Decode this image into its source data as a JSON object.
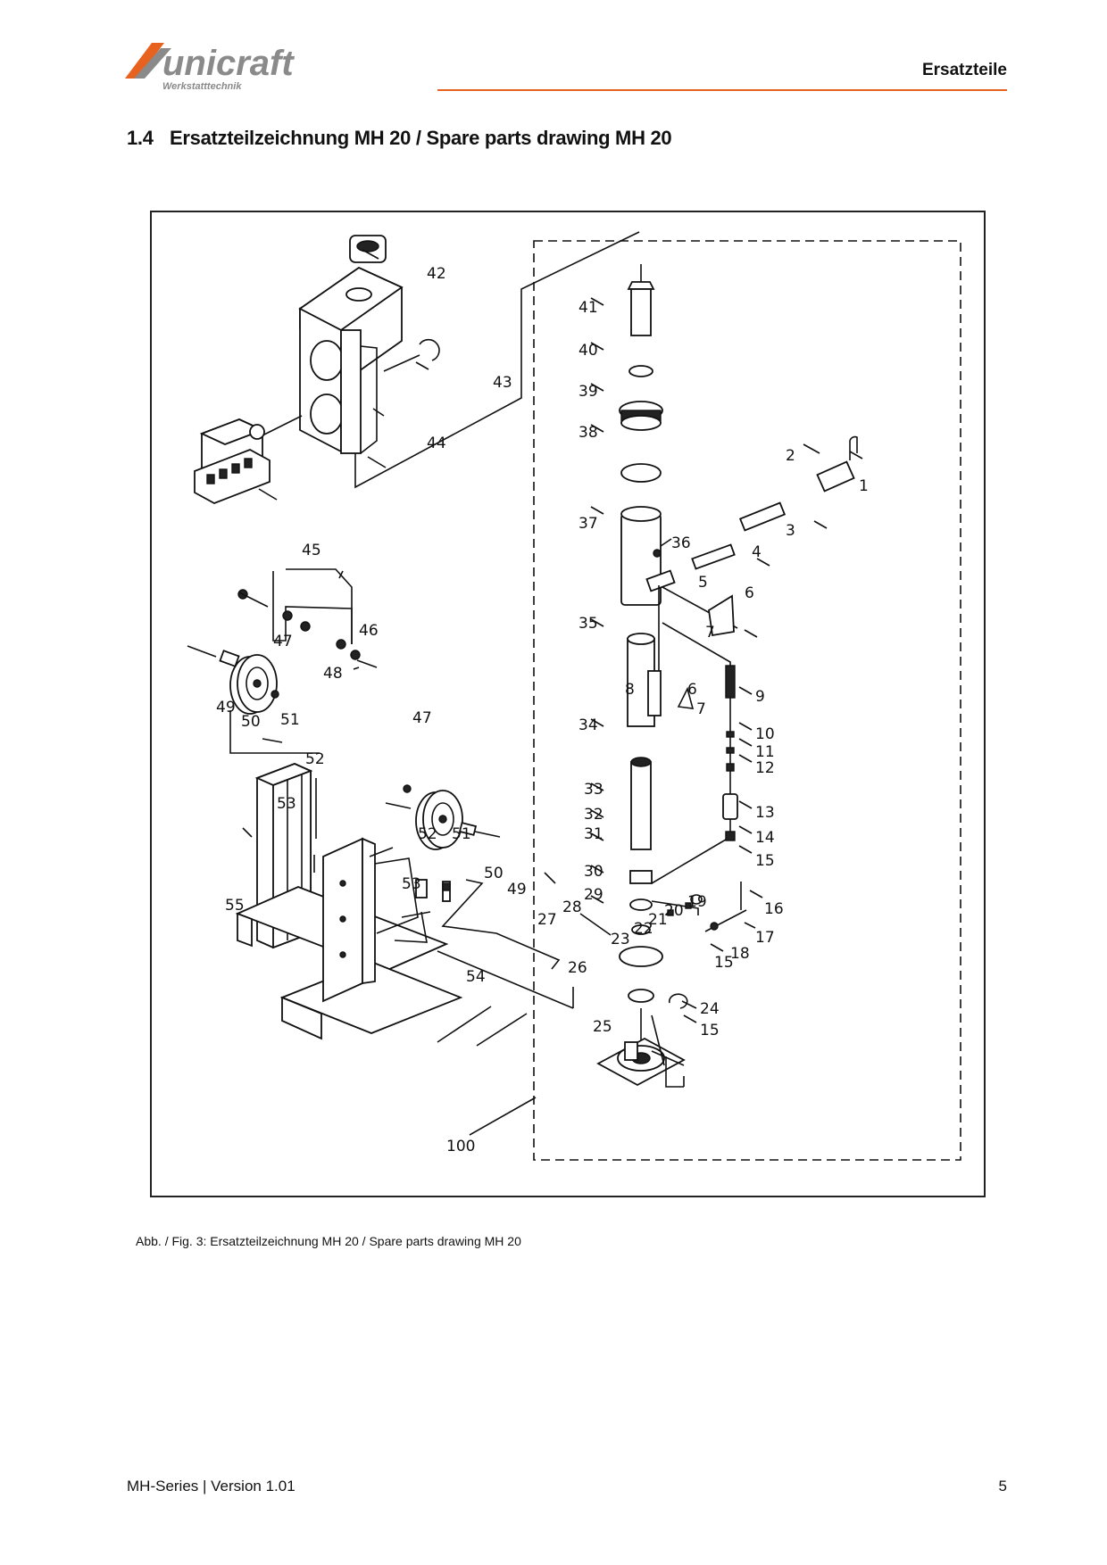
{
  "header": {
    "brand": "unicraft",
    "brand_sub": "Werkstatttechnik",
    "section": "Ersatzteile",
    "colors": {
      "accent": "#e8621f",
      "logo_grey": "#8a8a8a"
    }
  },
  "title": {
    "number": "1.4",
    "text": "Ersatzteilzeichnung MH 20 / Spare parts drawing MH 20"
  },
  "drawing": {
    "icon": "exploded-parts-diagram",
    "callouts": [
      "1",
      "2",
      "3",
      "4",
      "5",
      "6",
      "7",
      "8",
      "6",
      "7",
      "9",
      "10",
      "11",
      "12",
      "13",
      "14",
      "15",
      "16",
      "17",
      "18",
      "15",
      "19",
      "20",
      "21",
      "22",
      "23",
      "24",
      "15",
      "25",
      "26",
      "27",
      "28",
      "29",
      "30",
      "31",
      "32",
      "33",
      "34",
      "35",
      "36",
      "37",
      "38",
      "39",
      "40",
      "41",
      "42",
      "43",
      "44",
      "45",
      "46",
      "47",
      "47",
      "48",
      "49",
      "50",
      "51",
      "52",
      "53",
      "49",
      "50",
      "51",
      "52",
      "53",
      "54",
      "55",
      "100"
    ]
  },
  "caption": "Abb. / Fig. 3: Ersatzteilzeichnung MH 20 / Spare parts drawing MH 20",
  "footer": {
    "left": "MH-Series | Version 1.01",
    "page": "5"
  }
}
